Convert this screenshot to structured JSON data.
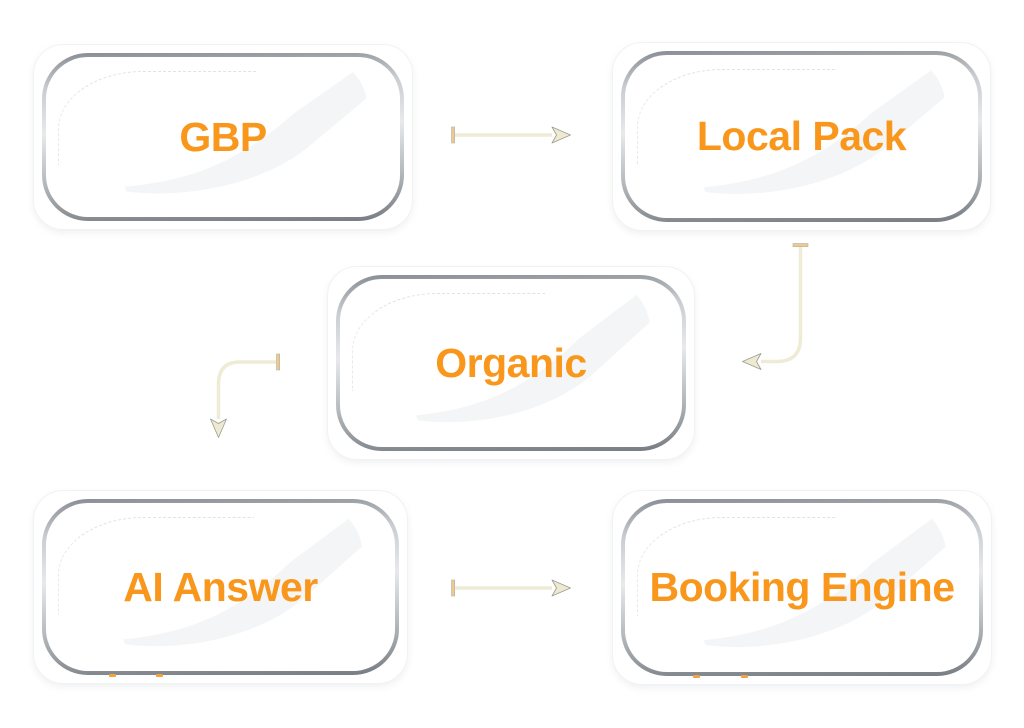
{
  "diagram": {
    "background": "#FFFFFF",
    "nodes": {
      "gbp": {
        "label": "GBP"
      },
      "local_pack": {
        "label": "Local Pack"
      },
      "organic": {
        "label": "Organic"
      },
      "ai_answer": {
        "label": "AI Answer"
      },
      "booking_engine": {
        "label": "Booking Engine"
      }
    },
    "edges": [
      {
        "from": "GBP",
        "to": "Local Pack",
        "description": "GBP to Local Pack"
      },
      {
        "from": "Local Pack",
        "to": "Organic",
        "description": "Local Pack to Organic"
      },
      {
        "from": "Organic",
        "to": "AI Answer",
        "description": "Organic to AI Answer"
      },
      {
        "from": "AI Answer",
        "to": "Booking Engine",
        "description": "AI Answer to Booking Engine"
      }
    ],
    "colors": {
      "label_text": "#F8971B",
      "arrow_line": "#EFECD6",
      "arrow_tick": "#EACA8E",
      "arrow_head_fill": "#EEEAD2",
      "arrow_head_stroke": "#9B9B92",
      "box_metal_dark": "#787E84",
      "box_metal_light": "#E7E9EB",
      "shine": "#F4F5F6"
    }
  }
}
